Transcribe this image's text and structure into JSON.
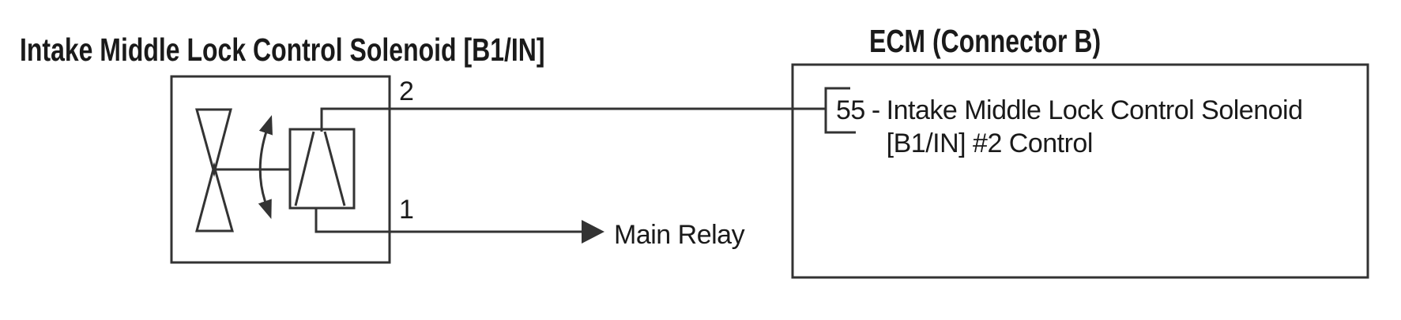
{
  "colors": {
    "line": "#333333",
    "text": "#1a1a1a",
    "background": "#ffffff"
  },
  "solenoid": {
    "title": "Intake Middle Lock Control Solenoid [B1/IN]",
    "pin_top_label": "2",
    "pin_bottom_label": "1"
  },
  "wiring": {
    "main_relay_label": "Main Relay"
  },
  "ecm": {
    "title": "ECM (Connector B)",
    "pin": {
      "number": "55",
      "separator": "-",
      "name_line1": "Intake Middle Lock Control Solenoid",
      "name_line2": "[B1/IN] #2 Control"
    }
  },
  "icons": {
    "rotation_arrow": "curved-double-headed-arrow",
    "main_relay_arrow": "filled-right-triangle",
    "valve_symbol": "hourglass-bowtie",
    "coil_symbol": "rect-with-trapezoid"
  }
}
